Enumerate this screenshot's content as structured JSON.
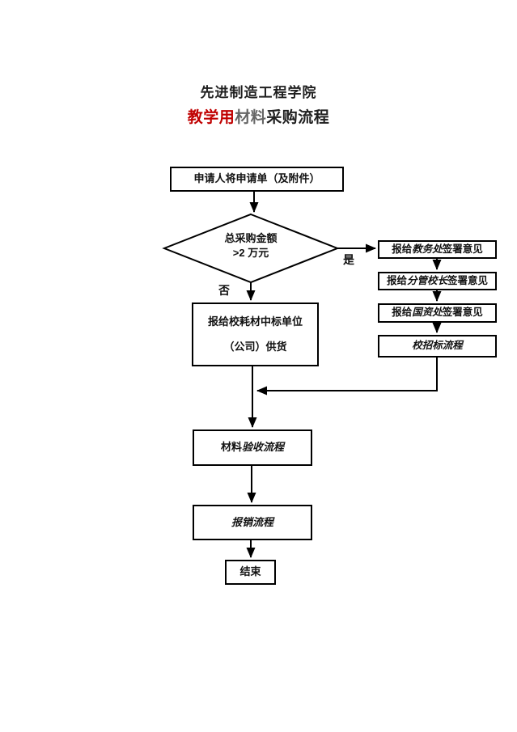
{
  "page": {
    "title": "先进制造工程学院",
    "subtitle": {
      "red_part": "教学用",
      "gray_part": "材料",
      "black_part": "采购流程"
    },
    "colors": {
      "accent_red": "#c00000",
      "muted_gray": "#666666",
      "line_black": "#000000"
    }
  },
  "flowchart": {
    "start_box": "申请人将申请单（及附件）",
    "decision": {
      "line1": "总采购金额",
      "line2": ">2 万元"
    },
    "branch_yes": "是",
    "branch_no": "否",
    "approvals": [
      {
        "prefix": "报给",
        "dept": "教务处",
        "suffix": "签署意见"
      },
      {
        "prefix": "报给",
        "dept": "分管校长",
        "suffix": "签署意见"
      },
      {
        "prefix": "报给",
        "dept": "国资处",
        "suffix": "签署意见"
      },
      {
        "prefix": "",
        "dept": "校招标流程",
        "suffix": ""
      }
    ],
    "supplier_box": {
      "line1": "报给校耗材中标单位",
      "line2": "（公司）供货"
    },
    "acceptance_box": {
      "normal_part": "材料",
      "italic_part": "验收流程"
    },
    "reimburse_box": "报销流程",
    "end_box": "结束"
  }
}
